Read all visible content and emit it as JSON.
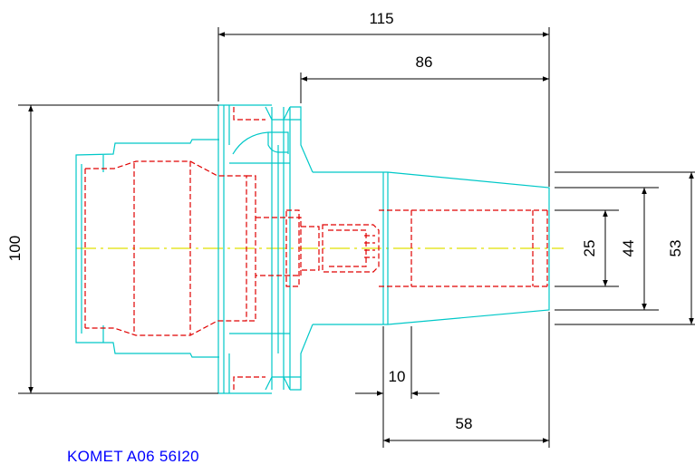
{
  "dimensions": {
    "overall_length": "115",
    "shank_length": "86",
    "flange_diameter": "100",
    "bore_diameter": "25",
    "nose_diameter": "44",
    "max_diameter": "53",
    "collar_width": "10",
    "nose_length": "58"
  },
  "caption": "KOMET A06 56I20",
  "colors": {
    "outline": "#00c8c8",
    "hidden": "#e00000",
    "centerline": "#e0e000",
    "dimension": "#000000",
    "caption": "#0000ff"
  }
}
